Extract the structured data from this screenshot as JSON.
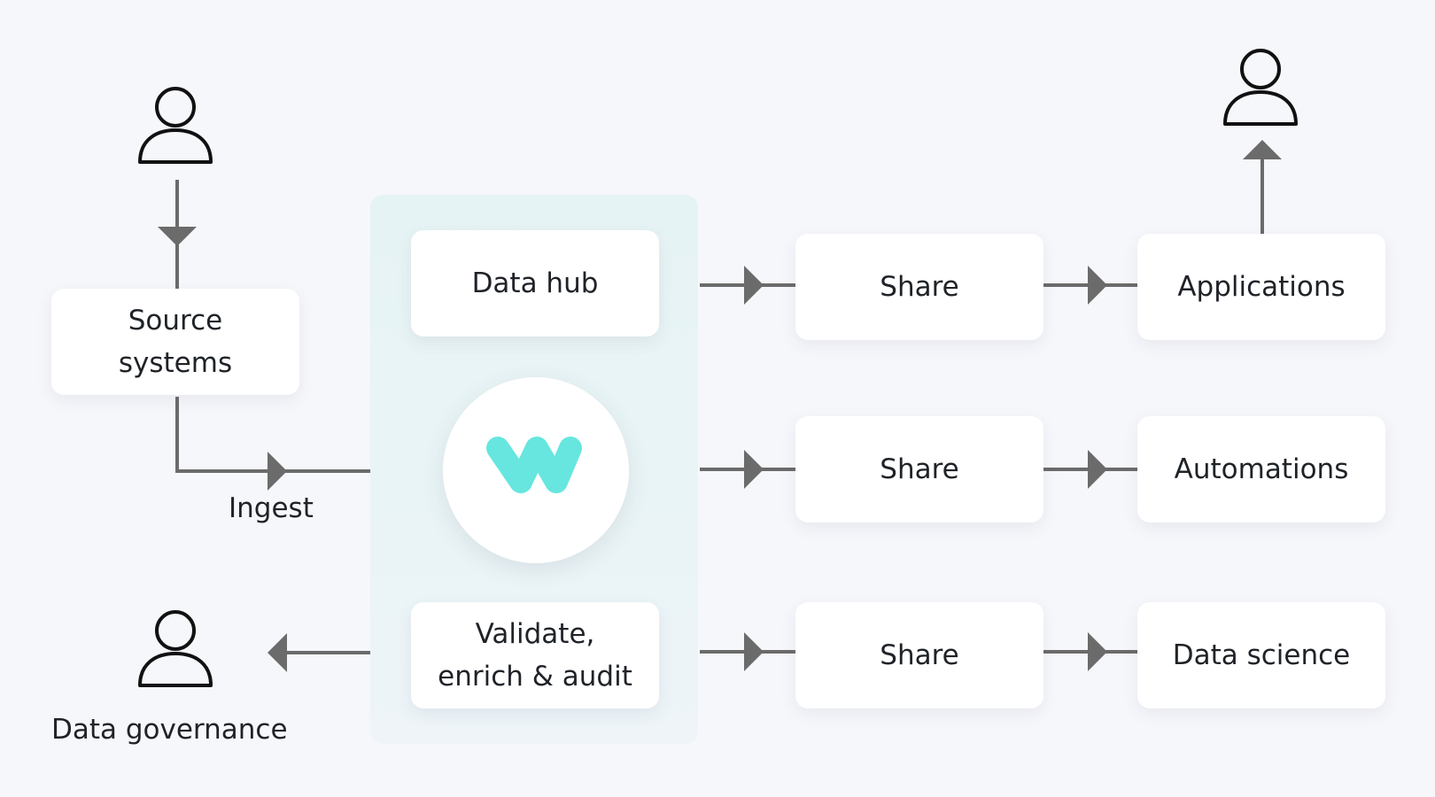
{
  "diagram": {
    "source_systems": "Source\nsystems",
    "ingest": "Ingest",
    "data_governance": "Data governance",
    "hub": {
      "data_hub": "Data hub",
      "validate": "Validate,\nenrich & audit",
      "logo_icon": "w-logo-icon"
    },
    "share_labels": [
      "Share",
      "Share",
      "Share"
    ],
    "destinations": [
      "Applications",
      "Automations",
      "Data science"
    ],
    "colors": {
      "background": "#f6f7fb",
      "panel": "#e6f3f4",
      "logo": "#66e6df",
      "connector": "#6b6b6b",
      "text": "#1f2328"
    }
  }
}
